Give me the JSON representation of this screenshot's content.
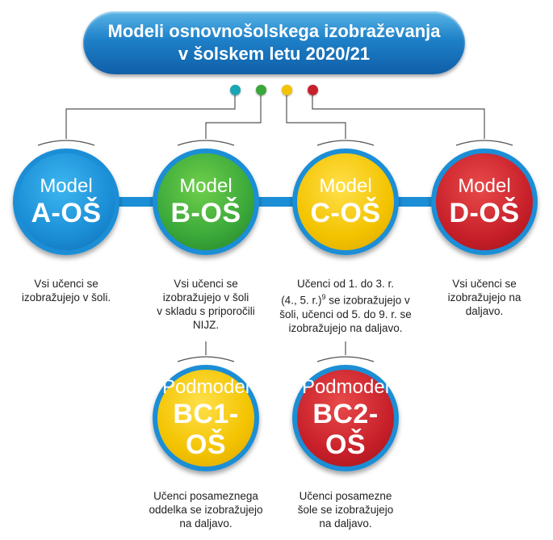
{
  "title": {
    "line1": "Modeli osnovnošolskega izobraževanja",
    "line2": "v šolskem letu 2020/21"
  },
  "colors": {
    "title_blue": "#1e80c8",
    "ring_blue": "#1b8ed6",
    "teal": "#1aa6b4",
    "green": "#3aa83a",
    "yellow": "#f3c300",
    "red": "#c8202a"
  },
  "models": [
    {
      "prefix": "Model",
      "code": "A-OŠ",
      "color": "blue",
      "desc": [
        "Vsi učenci se",
        "izobražujejo v šoli."
      ]
    },
    {
      "prefix": "Model",
      "code": "B-OŠ",
      "color": "green",
      "desc": [
        "Vsi učenci se",
        "izobražujejo v šoli",
        "v skladu s priporočili",
        "NIJZ."
      ]
    },
    {
      "prefix": "Model",
      "code": "C-OŠ",
      "color": "yellow",
      "desc": [
        "Učenci od 1. do 3. r.",
        "(4., 5. r.)",
        "se izobražujejo v",
        "šoli, učenci od 5. do 9. r. se",
        "izobražujejo na daljavo."
      ],
      "footnote": "9"
    },
    {
      "prefix": "Model",
      "code": "D-OŠ",
      "color": "red",
      "desc": [
        "Vsi učenci se",
        "izobražujejo na",
        "daljavo."
      ]
    }
  ],
  "submodels": [
    {
      "prefix": "Podmodel",
      "code": "BC1-OŠ",
      "color": "yellow",
      "desc": [
        "Učenci posameznega",
        "oddelka se izobražujejo",
        "na daljavo."
      ]
    },
    {
      "prefix": "Podmodel",
      "code": "BC2-OŠ",
      "color": "red",
      "desc": [
        "Učenci posamezne",
        "šole se izobražujejo",
        "na daljavo."
      ]
    }
  ]
}
